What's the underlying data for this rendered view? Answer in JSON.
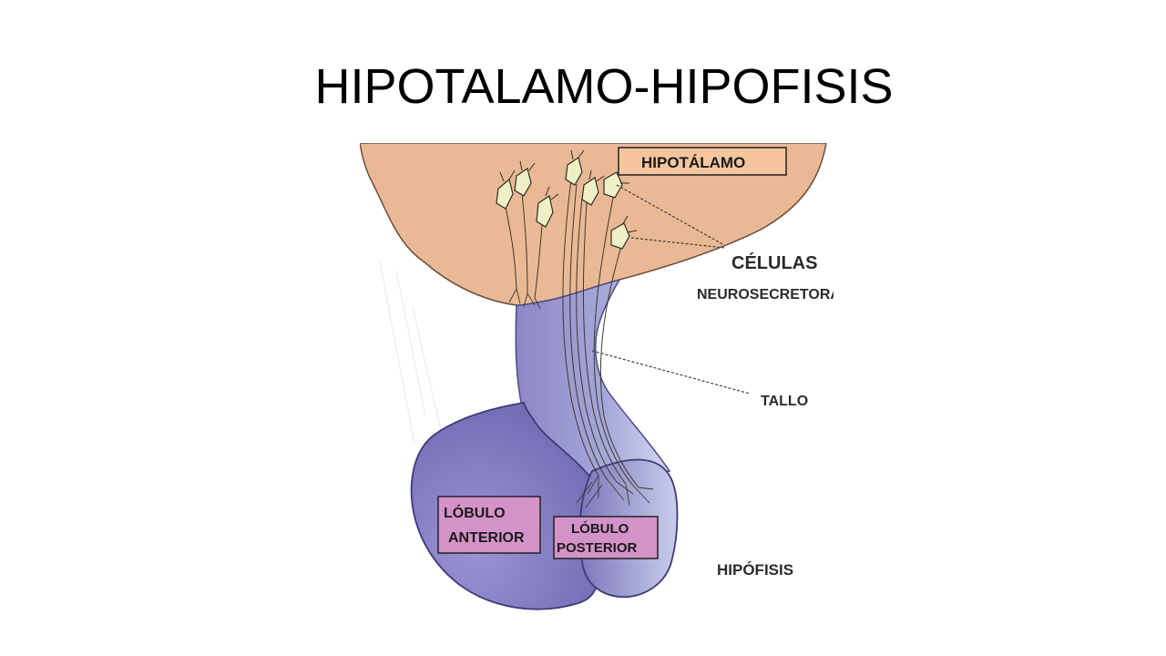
{
  "slide": {
    "title": "HIPOTALAMO-HIPOFISIS"
  },
  "diagram": {
    "labels": {
      "hipotalamo": "HIPOTÁLAMO",
      "celulas": "CÉLULAS",
      "neurosecretoras": "NEUROSECRETORAS",
      "tallo": "TALLO",
      "lobulo_anterior_line1": "LÓBULO",
      "lobulo_anterior_line2": "ANTERIOR",
      "lobulo_posterior_line1": "LÓBULO",
      "lobulo_posterior_line2": "POSTERIOR",
      "hipofisis": "HIPÓFISIS"
    },
    "colors": {
      "hypothalamus_fill": "#e9b995",
      "hypothalamus_box": "#f5c69e",
      "pituitary_purple": "#8a83c8",
      "pituitary_light": "#c9cfec",
      "lobe_box": "#d493c8",
      "neuron_fill": "#eef0c8"
    }
  }
}
